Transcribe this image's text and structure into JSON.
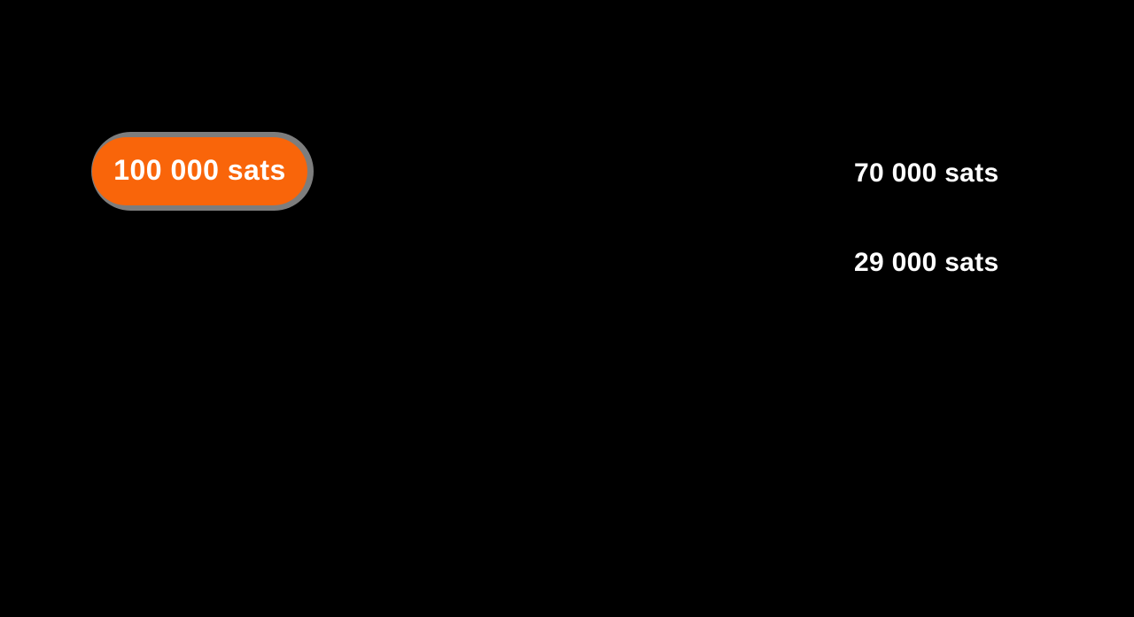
{
  "diagram": {
    "background_color": "#000000",
    "node": {
      "label": "100 000 sats",
      "fill_color": "#f9650a",
      "shadow_color": "#7d7d7d",
      "text_color": "#ffffff"
    },
    "values": [
      {
        "label": "70 000 sats"
      },
      {
        "label": "29 000 sats"
      }
    ]
  }
}
